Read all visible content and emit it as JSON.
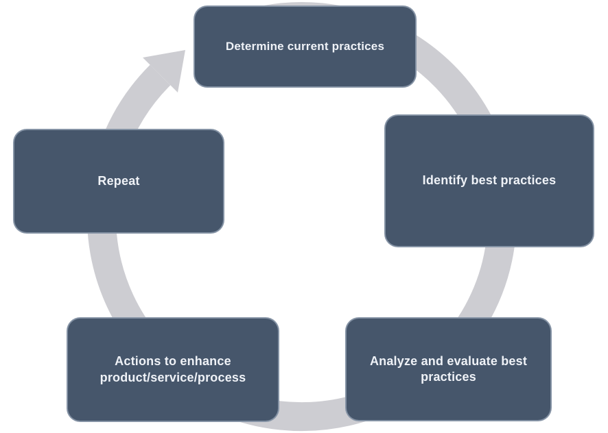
{
  "diagram": {
    "type": "cycle",
    "direction": "clockwise",
    "nodes": [
      {
        "id": "determine",
        "label": "Determine current practices"
      },
      {
        "id": "identify",
        "label": "Identify best practices"
      },
      {
        "id": "analyze",
        "label": "Analyze and evaluate best practices"
      },
      {
        "id": "actions",
        "label": "Actions to enhance product/service/process"
      },
      {
        "id": "repeat",
        "label": "Repeat"
      }
    ],
    "colors": {
      "node_fill": "#46566B",
      "node_border": "#BAC6D6",
      "node_text": "#EFF2F7",
      "arrow": "#CDCDD2",
      "background": "#FFFFFF"
    }
  }
}
